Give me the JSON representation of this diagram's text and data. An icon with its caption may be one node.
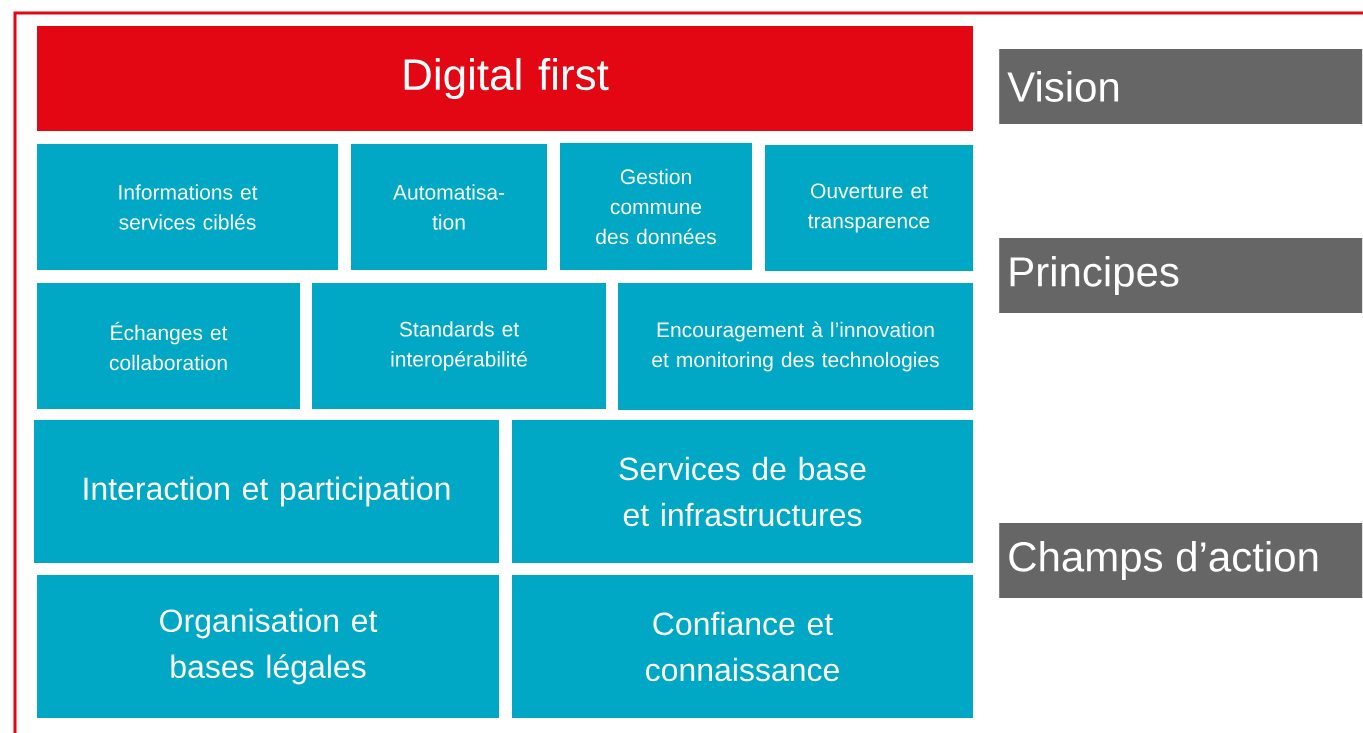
{
  "diagram": {
    "nodes": [
      {
        "text": [
          "Digital first"
        ]
      },
      {
        "text": [
          "Informations et services ciblés"
        ]
      },
      {
        "text": [
          "Automatisa- tion"
        ]
      },
      {
        "text": [
          "Gestion commune des données"
        ]
      },
      {
        "text": [
          "Ouverture et transparence"
        ]
      },
      {
        "text": [
          "Échanges et collaboration"
        ]
      },
      {
        "text": [
          "Standards et interopérabilité"
        ]
      },
      {
        "text": [
          "Encouragement à l’innovation et monitoring des technologies"
        ]
      },
      {
        "text": [
          "Interaction et participation"
        ]
      },
      {
        "text": [
          "Services de base et infrastructures"
        ]
      },
      {
        "text": [
          "Organisation et bases légales"
        ]
      },
      {
        "text": [
          "Confiance et connaissance"
        ]
      },
      {
        "text": [
          "Vision"
        ]
      },
      {
        "text": [
          "Principes"
        ]
      },
      {
        "text": [
          "Champs d’action"
        ]
      }
    ]
  }
}
